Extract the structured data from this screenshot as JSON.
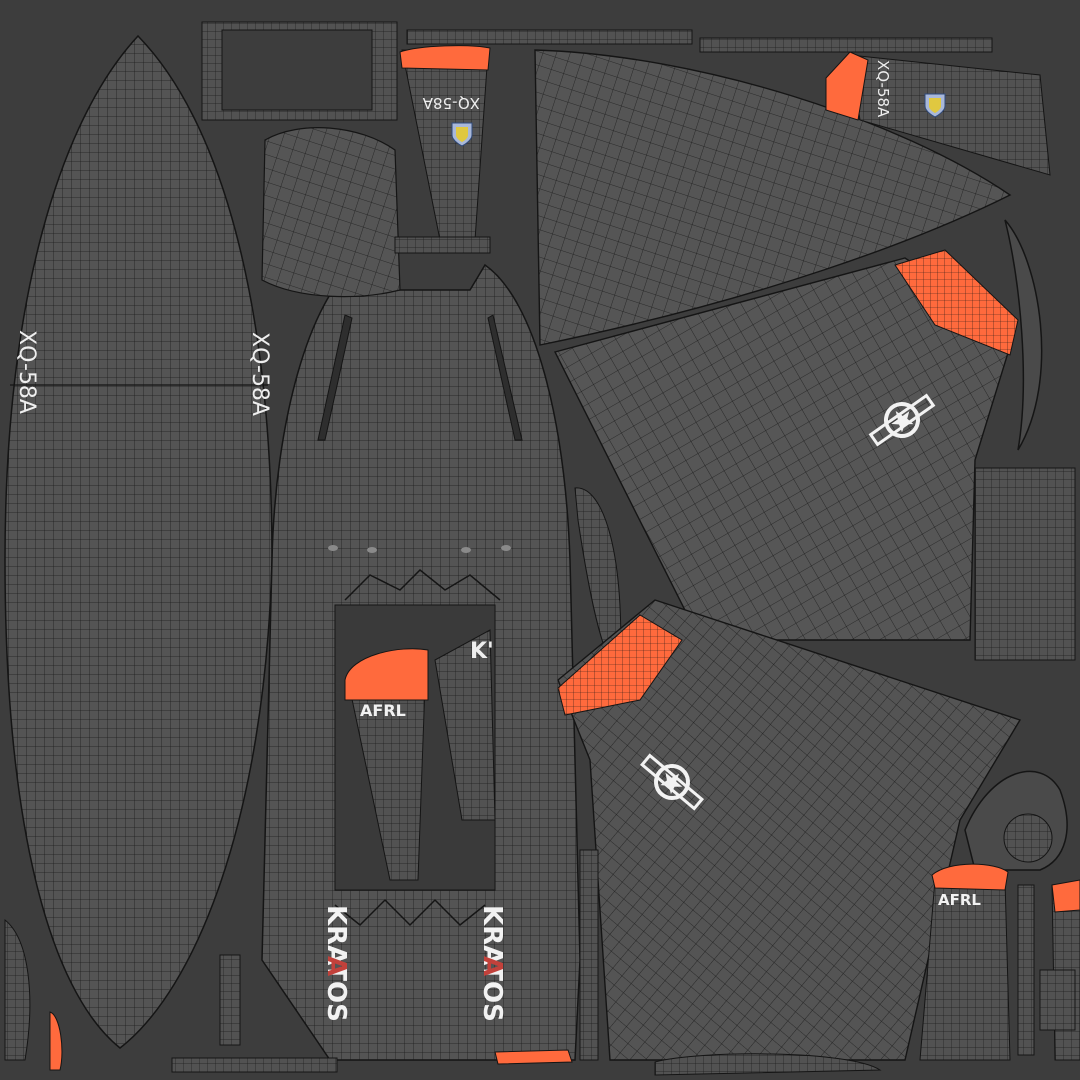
{
  "texture": {
    "colors": {
      "background": "#3d3d3d",
      "panel": "#545454",
      "wire": "#1c1c1c",
      "accent": "#ff6a3d",
      "decal": "#f2f2f2"
    },
    "decals": {
      "model_name": "XQ-58A",
      "lab": "AFRL",
      "brand": "KRATOS",
      "brand_highlight_letter": "A"
    },
    "icons": [
      "roundel-icon",
      "afrl-shield-icon"
    ]
  }
}
